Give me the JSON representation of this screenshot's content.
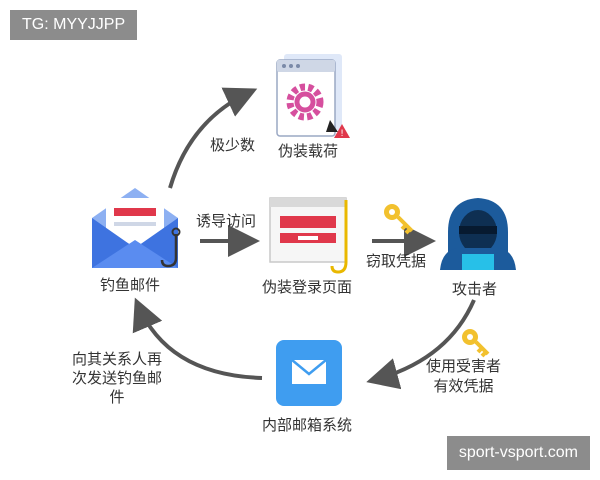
{
  "top_tag": "TG: MYYJJPP",
  "watermark": "sport-vsport.com",
  "nodes": {
    "phishing_email": "钓鱼邮件",
    "disguised_payload": "伪装载荷",
    "fake_login_page": "伪装登录页面",
    "attacker": "攻击者",
    "internal_mailbox": "内部邮箱系统"
  },
  "edges": {
    "to_payload": "极少数",
    "to_login": "诱导访问",
    "steal": "窃取凭据",
    "victim_creds_line1": "使用受害者",
    "victim_creds_line2": "有效凭据",
    "resend_line1": "向其关系人再",
    "resend_line2": "次发送钓鱼邮",
    "resend_line3": "件"
  },
  "icons": [
    "envelope-hook-icon",
    "gear-window-icon",
    "login-page-icon",
    "key-icon",
    "hacker-icon",
    "mail-app-icon"
  ],
  "colors": {
    "arrow": "#555555",
    "blue": "#3e73e0",
    "red": "#e0384b",
    "key": "#f2c12e",
    "hacker": "#1c5b9c",
    "tag_bg": "#8c8c8c"
  }
}
